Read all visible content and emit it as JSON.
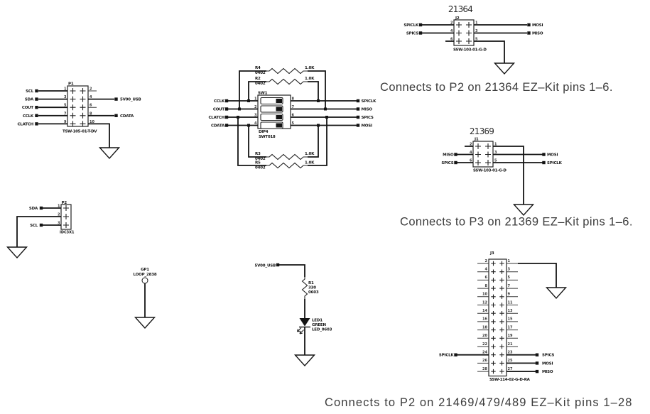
{
  "titles": {
    "t21364": "21364",
    "t21369": "21369"
  },
  "captions": {
    "c21364": "Connects to P2 on 21364 EZ–Kit pins 1–6.",
    "c21369": "Connects to P3 on 21369 EZ–Kit pins 1–6.",
    "c21469": "Connects to P2 on 21469/479/489 EZ–Kit pins 1–28"
  },
  "power": {
    "v5": "5V00_USB"
  },
  "p1": {
    "ref": "P1",
    "part": "TSW-105-01-T-DV",
    "left_labels": [
      "SCL",
      "SDA",
      "COUT",
      "CCLK",
      "CLATCH"
    ],
    "right_label_pin8": "CDATA",
    "left_pins": [
      "1",
      "3",
      "5",
      "7",
      "9"
    ],
    "right_pins": [
      "2",
      "4",
      "6",
      "8",
      "10"
    ]
  },
  "p2": {
    "ref": "P2",
    "part": "IDC3X1",
    "labels": [
      "SDA",
      "SCL"
    ],
    "pins": [
      "1",
      "2",
      "3"
    ]
  },
  "sw1": {
    "ref": "SW1",
    "package": "DIP4",
    "part": "SWT018",
    "left_labels": [
      "CCLK",
      "COUT",
      "CLATCH",
      "CDATA"
    ],
    "right_labels": [
      "SPICLK",
      "MISO",
      "SPICS",
      "MOSI"
    ],
    "left_pins": [
      "1",
      "2",
      "3",
      "4"
    ],
    "right_pins": [
      "8",
      "7",
      "6",
      "5"
    ]
  },
  "resistors": {
    "r4": {
      "ref": "R4",
      "footprint": "0402",
      "value": "1.0K"
    },
    "r2": {
      "ref": "R2",
      "footprint": "0402",
      "value": "1.0K"
    },
    "r3": {
      "ref": "R3",
      "footprint": "0402",
      "value": "1.0K"
    },
    "r5": {
      "ref": "R5",
      "footprint": "0402",
      "value": "1.0K"
    },
    "r1": {
      "ref": "R1",
      "value": "330",
      "footprint": "0603"
    }
  },
  "led": {
    "ref": "LED1",
    "color": "GREEN",
    "part": "LED_0603"
  },
  "gp1": {
    "ref": "GP1",
    "part": "LOOP_2838"
  },
  "j2": {
    "ref": "J2",
    "part": "SSW-103-01-G-D",
    "left_labels": [
      "SPICLK",
      "SPICS"
    ],
    "right_labels": [
      "MOSI",
      "MISO"
    ],
    "left_pins": [
      "2",
      "4",
      "6"
    ],
    "right_pins": [
      "1",
      "3",
      "5"
    ]
  },
  "j1": {
    "ref": "J1",
    "part": "SSW-103-01-G-D",
    "left_labels": [
      "MISO",
      "SPICS"
    ],
    "right_labels": [
      "MOSI",
      "SPICLK"
    ],
    "left_pins": [
      "2",
      "4",
      "6"
    ],
    "right_pins": [
      "1",
      "3",
      "5"
    ]
  },
  "j3": {
    "ref": "J3",
    "part": "SSW-114-02-G-D-RA",
    "left_pins": [
      "2",
      "4",
      "6",
      "8",
      "10",
      "12",
      "14",
      "16",
      "18",
      "20",
      "22",
      "24",
      "26",
      "28"
    ],
    "right_pins": [
      "1",
      "3",
      "5",
      "7",
      "9",
      "11",
      "13",
      "15",
      "17",
      "19",
      "21",
      "23",
      "25",
      "27"
    ],
    "spiclk": "SPICLK",
    "spics": "SPICS",
    "mosi": "MOSI",
    "miso": "MISO"
  }
}
